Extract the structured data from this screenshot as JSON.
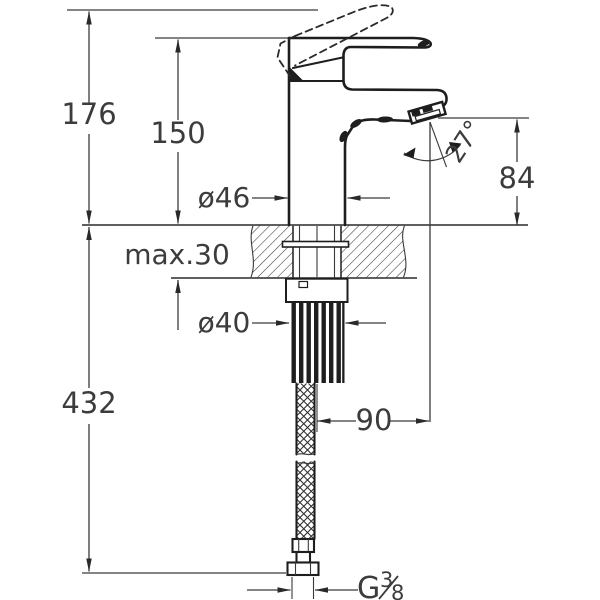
{
  "drawing": {
    "background": "#ffffff",
    "line_color": "#2a2a2a",
    "text_color": "#3c3c3c",
    "dimensions": {
      "overall_height": "176",
      "body_height": "150",
      "body_diameter": "ø46",
      "spout_angle": "27°",
      "spout_to_deck_height": "84",
      "max_deck_thickness": "max.30",
      "shank_diameter": "ø40",
      "hose_drop_length": "432",
      "spout_reach": "90",
      "thread_prefix": "G",
      "thread_numerator": "3",
      "thread_denominator": "8"
    }
  }
}
